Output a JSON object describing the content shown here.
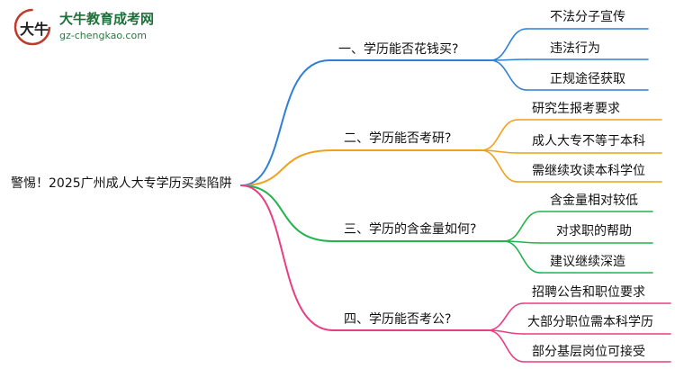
{
  "logo": {
    "title": "大牛教育成考网",
    "url": "gz-chengkao.com",
    "mark_text": "大牛"
  },
  "root": {
    "label": "警惕！2025广州成人大专学历买卖陷阱"
  },
  "branches": [
    {
      "label": "一、学历能否花钱买?",
      "color": "#2f7fd6",
      "leaves": [
        "不法分子宣传",
        "违法行为",
        "正规途径获取"
      ]
    },
    {
      "label": "二、学历能否考研?",
      "color": "#f0a11a",
      "leaves": [
        "研究生报考要求",
        "成人大专不等于本科",
        "需继续攻读本科学位"
      ]
    },
    {
      "label": "三、学历的含金量如何?",
      "color": "#23b24b",
      "leaves": [
        "含金量相对较低",
        "对求职的帮助",
        "建议继续深造"
      ]
    },
    {
      "label": "四、学历能否考公?",
      "color": "#e83e84",
      "leaves": [
        "招聘公告和职位要求",
        "大部分职位需本科学历",
        "部分基层岗位可接受"
      ]
    }
  ]
}
